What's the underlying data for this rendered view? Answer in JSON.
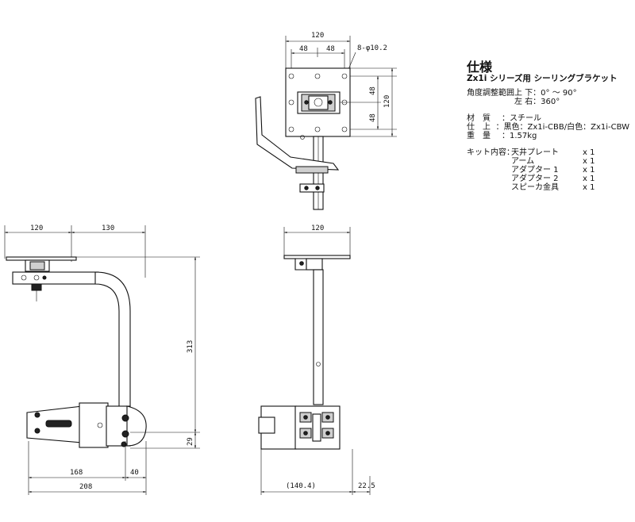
{
  "dimensions": {
    "top_view": {
      "width": "120",
      "hole_pitch_a": "48",
      "hole_pitch_b": "48",
      "holes": "8-φ10.2",
      "height": "120",
      "v_pitch_a": "48",
      "v_pitch_b": "48"
    },
    "side_view": {
      "plate_width": "120",
      "reach": "130",
      "height": "313",
      "offset": "29",
      "dim_168": "168",
      "dim_40": "40",
      "dim_208": "208"
    },
    "front_view": {
      "plate_width": "120",
      "dim_140_4": "(140.4)",
      "dim_22_5": "22.5"
    }
  },
  "spec": {
    "title": "仕様",
    "subtitle": "Zx1i シリーズ用 シーリングブラケット",
    "angle_label": "角度調整範囲",
    "angle_ud": "上 下：0° ～ 90°",
    "angle_lr": "左 右：360°",
    "material_label": "材　質",
    "material_value": "：スチール",
    "finish_label": "仕　上",
    "finish_value": "：黒色：Zx1i-CBB/白色：Zx1i-CBW",
    "weight_label": "重　量",
    "weight_value": "：1.57kg",
    "kit_label": "キット内容：",
    "kit_items": [
      {
        "name": "天井プレート",
        "qty": "x 1"
      },
      {
        "name": "アーム",
        "qty": "x 1"
      },
      {
        "name": "アダプター 1",
        "qty": "x 1"
      },
      {
        "name": "アダプター 2",
        "qty": "x 1"
      },
      {
        "name": "スピーカ金具",
        "qty": "x 1"
      }
    ]
  }
}
